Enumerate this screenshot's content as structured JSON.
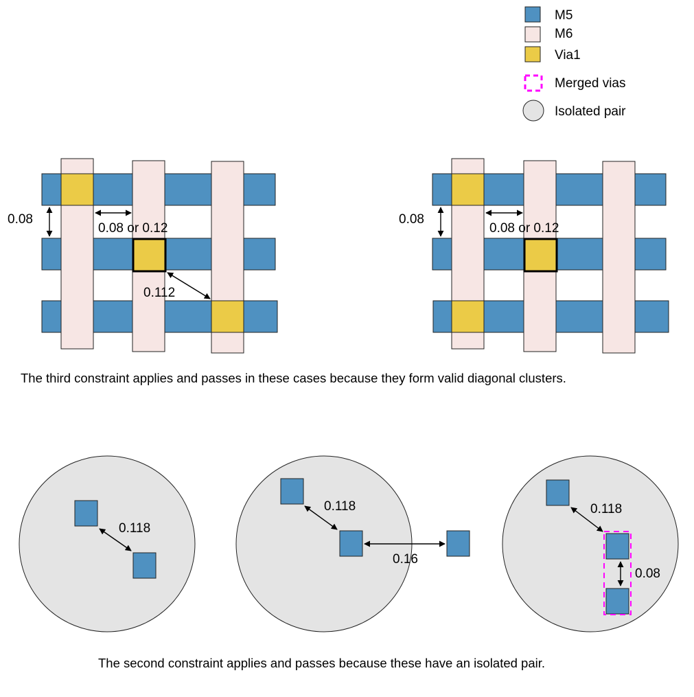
{
  "colors": {
    "m5": "#4f91c1",
    "m6": "#f7e6e4",
    "via1": "#ebcb47",
    "merged": "#ff00ff",
    "isolated": "#e4e4e4"
  },
  "legend": {
    "items": [
      {
        "label": "M5",
        "swatch": "m5"
      },
      {
        "label": "M6",
        "swatch": "m6"
      },
      {
        "label": "Via1",
        "swatch": "via1"
      },
      {
        "label": "Merged vias",
        "swatch": "merged-dashed-square"
      },
      {
        "label": "Isolated pair",
        "swatch": "isolated-circle"
      }
    ]
  },
  "top_left": {
    "dim_vertical": "0.08",
    "dim_horizontal": "0.08 or 0.12",
    "dim_diagonal": "0.112"
  },
  "top_right": {
    "dim_vertical": "0.08",
    "dim_horizontal": "0.08 or 0.12"
  },
  "caption_top": "The third constraint applies and passes in these cases because they form valid diagonal clusters.",
  "bottom": {
    "left": {
      "dim": "0.118"
    },
    "middle": {
      "dim_diagonal": "0.118",
      "dim_horizontal": "0.16"
    },
    "right": {
      "dim_diagonal": "0.118",
      "dim_vertical": "0.08"
    }
  },
  "caption_bottom": "The second constraint applies and passes because these have an isolated pair."
}
